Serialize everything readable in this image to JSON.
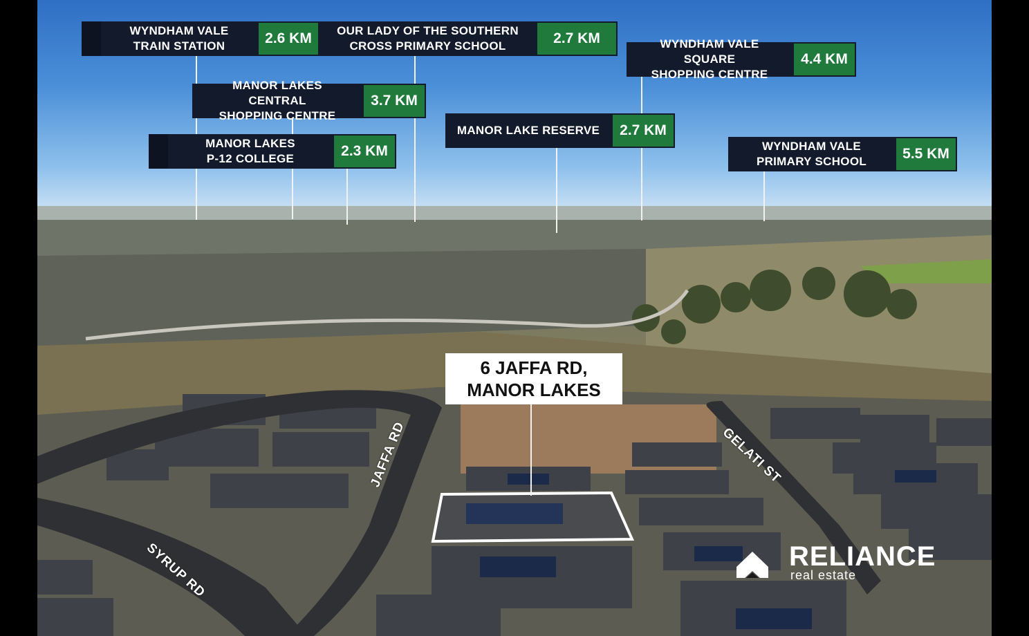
{
  "pois": [
    {
      "name_line1": "WYNDHAM VALE",
      "name_line2": "TRAIN STATION",
      "distance": "2.6 KM"
    },
    {
      "name_line1": "OUR LADY OF THE SOUTHERN",
      "name_line2": "CROSS PRIMARY SCHOOL",
      "distance": "2.7 KM"
    },
    {
      "name_line1": "WYNDHAM VALE SQUARE",
      "name_line2": "SHOPPING CENTRE",
      "distance": "4.4 KM"
    },
    {
      "name_line1": "MANOR LAKES CENTRAL",
      "name_line2": "SHOPPING CENTRE",
      "distance": "3.7 KM"
    },
    {
      "name_line1": "MANOR LAKE RESERVE",
      "name_line2": "",
      "distance": "2.7 KM"
    },
    {
      "name_line1": "MANOR LAKES",
      "name_line2": "P-12 COLLEGE",
      "distance": "2.3 KM"
    },
    {
      "name_line1": "WYNDHAM VALE",
      "name_line2": "PRIMARY SCHOOL",
      "distance": "5.5 KM"
    }
  ],
  "address": {
    "line1": "6 JAFFA RD,",
    "line2": "MANOR LAKES"
  },
  "roads": {
    "jaffa": "JAFFA RD",
    "syrup": "SYRUP RD",
    "gelati": "GELATI ST"
  },
  "logo": {
    "brand": "RELIANCE",
    "subtitle": "real estate"
  },
  "colors": {
    "label_dark": "#121a2b",
    "distance_green": "#1f7a3c",
    "highlight_outline": "#ffffff"
  }
}
